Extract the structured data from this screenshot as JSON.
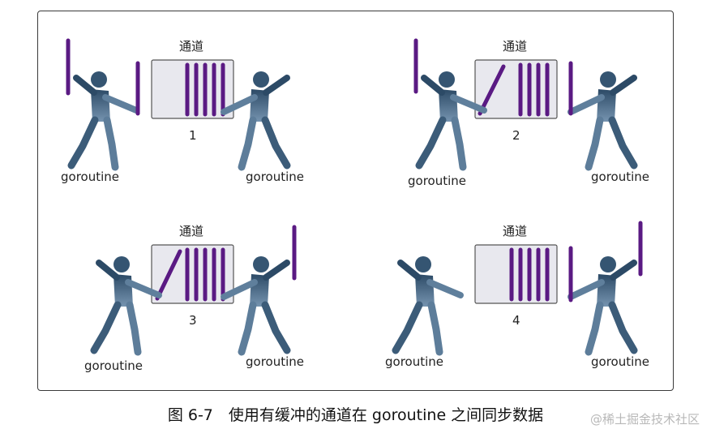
{
  "figure": {
    "panels": [
      {
        "channel_label": "通道",
        "step": "1",
        "left_label": "goroutine",
        "right_label": "goroutine"
      },
      {
        "channel_label": "通道",
        "step": "2",
        "left_label": "goroutine",
        "right_label": "goroutine"
      },
      {
        "channel_label": "通道",
        "step": "3",
        "left_label": "goroutine",
        "right_label": "goroutine"
      },
      {
        "channel_label": "通道",
        "step": "4",
        "left_label": "goroutine",
        "right_label": "goroutine"
      }
    ],
    "caption": "图 6-7　使用有缓冲的通道在 goroutine 之间同步数据",
    "watermark": "@稀土掘金技术社区"
  },
  "colors": {
    "bar": "#5a1a83",
    "figure_dark": "#2c4a66",
    "figure_light": "#6f8fab",
    "channel_fill": "#e8e8ee",
    "channel_stroke": "#555555"
  }
}
